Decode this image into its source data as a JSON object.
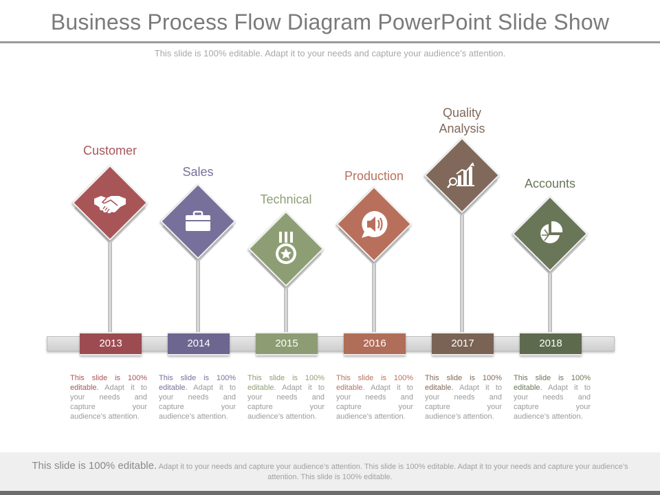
{
  "header": {
    "title": "Business Process Flow Diagram PowerPoint Slide Show",
    "subtitle": "This slide is 100% editable. Adapt it to your needs and capture your audience’s attention."
  },
  "steps": [
    {
      "label": "Customer",
      "year": "2013",
      "color": "#a85558",
      "year_color": "#9c4b50",
      "icon": "handshake-icon",
      "desc_lead": "This slide is 100% editable.",
      "desc_rest": " Adapt it to your needs and capture your audience’s attention."
    },
    {
      "label": "Sales",
      "year": "2014",
      "color": "#76709a",
      "year_color": "#6c6690",
      "icon": "briefcase-icon",
      "desc_lead": "This slide is 100% editable.",
      "desc_rest": " Adapt it to your needs and capture your audience’s attention."
    },
    {
      "label": "Technical",
      "year": "2015",
      "color": "#8e9e74",
      "year_color": "#8d9c72",
      "icon": "medal-icon",
      "desc_lead": "This slide is 100% editable.",
      "desc_rest": " Adapt it to your needs and capture your audience’s attention."
    },
    {
      "label": "Production",
      "year": "2016",
      "color": "#b8705c",
      "year_color": "#b06d58",
      "icon": "speaker-bubble-icon",
      "desc_lead": "This slide is 100% editable.",
      "desc_rest": " Adapt it to your needs and capture your audience’s attention."
    },
    {
      "label": "Quality\nAnalysis",
      "year": "2017",
      "color": "#80695a",
      "year_color": "#7a6354",
      "icon": "growth-chart-icon",
      "desc_lead": "This slide is 100% editable.",
      "desc_rest": " Adapt it to your needs and capture your audience’s attention."
    },
    {
      "label": "Accounts",
      "year": "2018",
      "color": "#6a7658",
      "year_color": "#5d6a4d",
      "icon": "pie-chart-icon",
      "desc_lead": "This slide is 100% editable.",
      "desc_rest": " Adapt it to your needs and capture your audience’s attention."
    }
  ],
  "footer": {
    "lead": "This slide is 100% editable.",
    "rest": " Adapt it to your needs and capture your audience’s attention. This slide is 100% editable. Adapt it to your needs and capture your audience’s attention. This slide is 100% editable."
  }
}
